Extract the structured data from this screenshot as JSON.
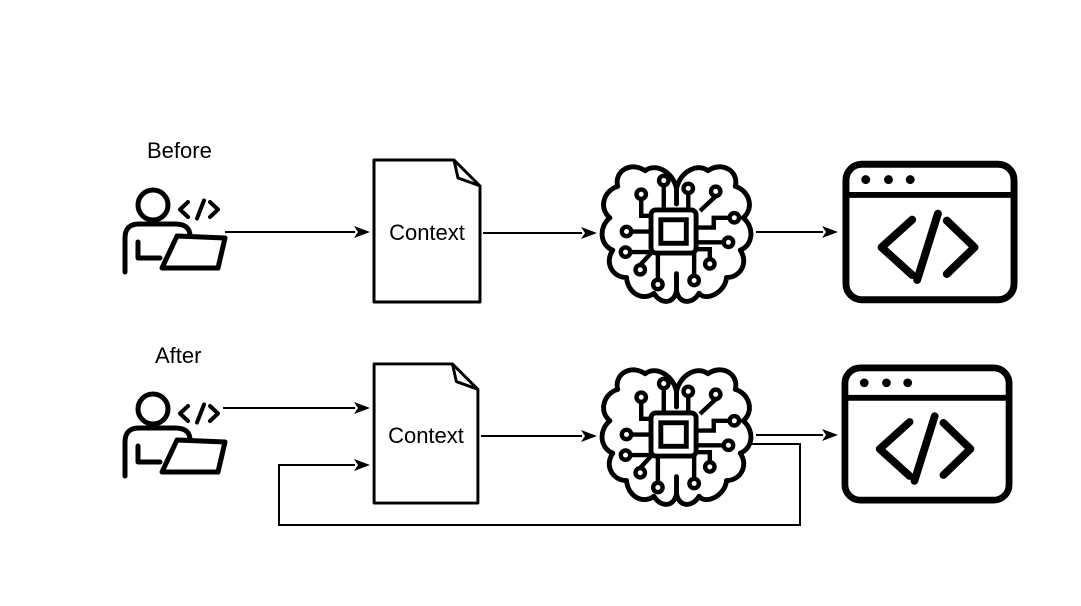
{
  "diagram": {
    "colors": {
      "background": "#ffffff",
      "line": "#000000"
    },
    "rows": [
      {
        "label": "Before",
        "document_label": "Context",
        "icons": [
          "developer-with-laptop-icon",
          "context-document-icon",
          "ai-brain-chip-icon",
          "browser-code-window-icon"
        ],
        "flow": "person -> Context -> AI brain -> code output",
        "has_feedback_loop": false
      },
      {
        "label": "After",
        "document_label": "Context",
        "icons": [
          "developer-with-laptop-icon",
          "context-document-icon",
          "ai-brain-chip-icon",
          "browser-code-window-icon"
        ],
        "flow": "person -> Context -> AI brain -> code output, with feedback loop from AI brain back into Context",
        "has_feedback_loop": true
      }
    ]
  }
}
